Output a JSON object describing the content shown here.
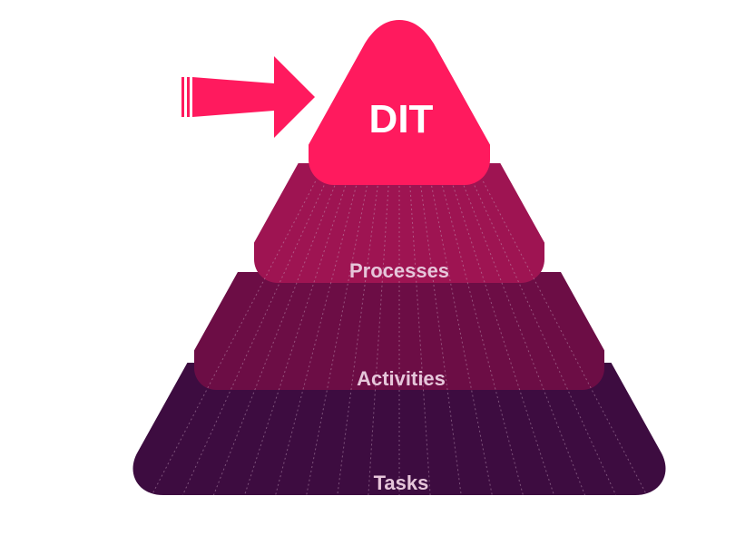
{
  "pyramid": {
    "top_label": "DIT",
    "tiers": [
      {
        "label": "Processes",
        "color": "#9e1452"
      },
      {
        "label": "Activities",
        "color": "#6c0d45"
      },
      {
        "label": "Tasks",
        "color": "#3d0c40"
      }
    ],
    "top_color": "#ff1a5e",
    "line_color": "#c9a7c0"
  },
  "pointer": {
    "icon": "right-arrow-icon",
    "color": "#ff1a5e"
  }
}
